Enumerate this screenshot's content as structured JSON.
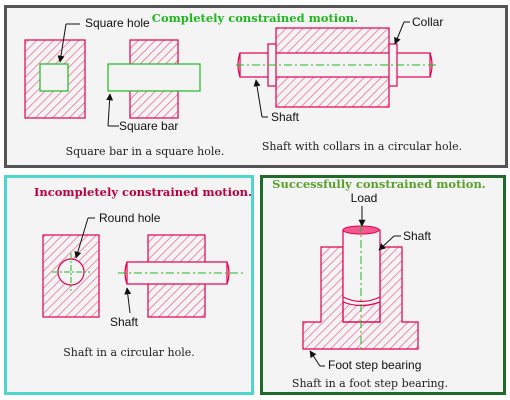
{
  "colors": {
    "part_stroke": "#e4004f",
    "hatch": "#f05a90",
    "center_line": "#1fb81f",
    "motion_top": "#1fb81f",
    "motion_left": "#c0003c",
    "motion_right": "#5aa02c"
  },
  "top": {
    "title": "Completely constrained motion.",
    "label_square_hole": "Square hole",
    "label_square_bar": "Square bar",
    "label_collar": "Collar",
    "label_shaft": "Shaft",
    "caption_left": "Square bar in a square hole.",
    "caption_right": "Shaft with collars in a circular hole."
  },
  "left": {
    "title": "Incompletely constrained motion.",
    "label_round_hole": "Round hole",
    "label_shaft": "Shaft",
    "caption": "Shaft in a circular hole."
  },
  "right": {
    "title": "Successfully constrained motion.",
    "label_load": "Load",
    "label_shaft": "Shaft",
    "label_bearing": "Foot step bearing",
    "caption": "Shaft in a foot step bearing."
  }
}
